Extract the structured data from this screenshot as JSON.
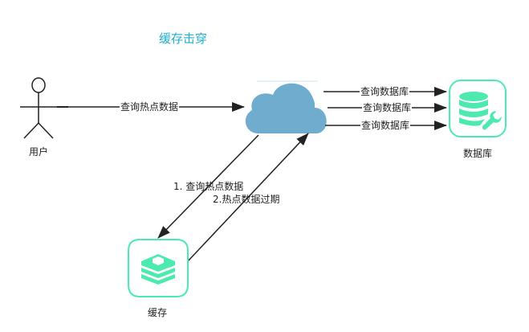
{
  "title": "缓存击穿",
  "colors": {
    "title": "#1fb0d0",
    "cloud": "#70acce",
    "accent": "#4deaaf",
    "line": "#222222"
  },
  "nodes": {
    "user": {
      "label": "用户",
      "icon": "actor-icon"
    },
    "server": {
      "icon": "cloud-icon"
    },
    "cache": {
      "label": "缓存",
      "icon": "redis-cache-icon"
    },
    "database": {
      "label": "数据库",
      "icon": "database-wrench-icon"
    }
  },
  "edges": {
    "user_to_server": "查询热点数据",
    "server_to_db": [
      "查询数据库",
      "查询数据库",
      "查询数据库"
    ],
    "server_to_cache": "1. 查询热点数据",
    "cache_to_server": "2.热点数据过期"
  }
}
